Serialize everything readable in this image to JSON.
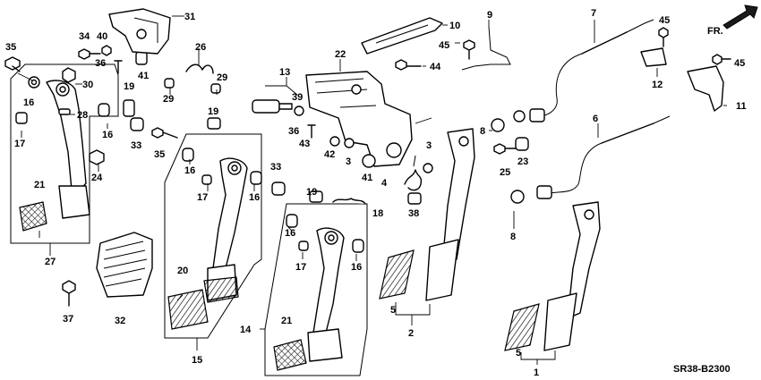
{
  "diagram": {
    "direction_label": "FR.",
    "diagram_code": "SR38-B2300",
    "callouts": [
      {
        "id": "c35a",
        "label": "35"
      },
      {
        "id": "c34",
        "label": "34"
      },
      {
        "id": "c40",
        "label": "40"
      },
      {
        "id": "c36a",
        "label": "36"
      },
      {
        "id": "c41a",
        "label": "41"
      },
      {
        "id": "c31",
        "label": "31"
      },
      {
        "id": "c26",
        "label": "26"
      },
      {
        "id": "c29a",
        "label": "29"
      },
      {
        "id": "c29b",
        "label": "29"
      },
      {
        "id": "c16a",
        "label": "16"
      },
      {
        "id": "c30",
        "label": "30"
      },
      {
        "id": "c28",
        "label": "28"
      },
      {
        "id": "c19a",
        "label": "19"
      },
      {
        "id": "c16b",
        "label": "16"
      },
      {
        "id": "c17a",
        "label": "17"
      },
      {
        "id": "c33a",
        "label": "33"
      },
      {
        "id": "c24",
        "label": "24"
      },
      {
        "id": "c35b",
        "label": "35"
      },
      {
        "id": "c19b",
        "label": "19"
      },
      {
        "id": "c21a",
        "label": "21"
      },
      {
        "id": "c27",
        "label": "27"
      },
      {
        "id": "c16c",
        "label": "16"
      },
      {
        "id": "c17b",
        "label": "17"
      },
      {
        "id": "c16d",
        "label": "16"
      },
      {
        "id": "c33b",
        "label": "33"
      },
      {
        "id": "c32",
        "label": "32"
      },
      {
        "id": "c37",
        "label": "37"
      },
      {
        "id": "c20",
        "label": "20"
      },
      {
        "id": "c15",
        "label": "15"
      },
      {
        "id": "c19c",
        "label": "19"
      },
      {
        "id": "c18",
        "label": "18"
      },
      {
        "id": "c16e",
        "label": "16"
      },
      {
        "id": "c17c",
        "label": "17"
      },
      {
        "id": "c16f",
        "label": "16"
      },
      {
        "id": "c14",
        "label": "14"
      },
      {
        "id": "c21b",
        "label": "21"
      },
      {
        "id": "c13",
        "label": "13"
      },
      {
        "id": "c39",
        "label": "39"
      },
      {
        "id": "c22",
        "label": "22"
      },
      {
        "id": "c36b",
        "label": "36"
      },
      {
        "id": "c43",
        "label": "43"
      },
      {
        "id": "c42",
        "label": "42"
      },
      {
        "id": "c3a",
        "label": "3"
      },
      {
        "id": "c41b",
        "label": "41"
      },
      {
        "id": "c3b",
        "label": "3"
      },
      {
        "id": "c4",
        "label": "4"
      },
      {
        "id": "c38",
        "label": "38"
      },
      {
        "id": "c10",
        "label": "10"
      },
      {
        "id": "c45a",
        "label": "45"
      },
      {
        "id": "c44",
        "label": "44"
      },
      {
        "id": "c9",
        "label": "9"
      },
      {
        "id": "c7",
        "label": "7"
      },
      {
        "id": "c45b",
        "label": "45"
      },
      {
        "id": "c12",
        "label": "12"
      },
      {
        "id": "c45c",
        "label": "45"
      },
      {
        "id": "c11",
        "label": "11"
      },
      {
        "id": "c8a",
        "label": "8"
      },
      {
        "id": "c6",
        "label": "6"
      },
      {
        "id": "c25",
        "label": "25"
      },
      {
        "id": "c23",
        "label": "23"
      },
      {
        "id": "c8b",
        "label": "8"
      },
      {
        "id": "c5a",
        "label": "5"
      },
      {
        "id": "c2",
        "label": "2"
      },
      {
        "id": "c5b",
        "label": "5"
      },
      {
        "id": "c1",
        "label": "1"
      }
    ]
  }
}
